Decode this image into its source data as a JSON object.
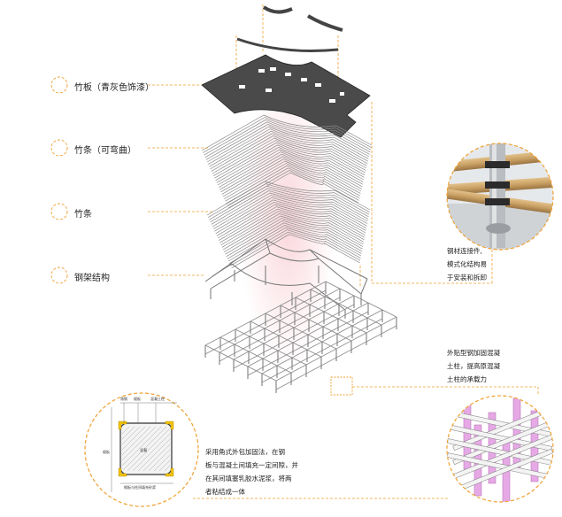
{
  "layers": [
    {
      "id": "bamboo-board",
      "label": "竹板（青灰色饰漆）"
    },
    {
      "id": "bamboo-strip-bendable",
      "label": "竹条（可弯曲）"
    },
    {
      "id": "bamboo-strip",
      "label": "竹条"
    },
    {
      "id": "steel-frame",
      "label": "钢架结构"
    }
  ],
  "notes": {
    "connector": [
      "钢材连接件,",
      "模式化结构易",
      "于安装和拆卸"
    ],
    "column": [
      "外贴型钢加固混凝",
      "土柱，提高原混凝",
      "土柱的承载力"
    ],
    "section": [
      "采用角式外包加固法，在钢",
      "板与混凝土间填充一定间隙，并",
      "在其间填塞乳胶水泥浆，将两",
      "者粘结成一体"
    ]
  },
  "section_drawing": {
    "top_labels": [
      "角钢",
      "缀板",
      "混凝土柱"
    ],
    "left_label": "缀板",
    "center_label": "混凝",
    "bottom_label": "钢板与柱间填充砂浆"
  },
  "colors": {
    "accent": "#f0a030",
    "line": "#7a7a7a",
    "board": "#4a4a4a",
    "pink_glow": "#f9d2d8",
    "column_pink": "#e6a9e6"
  }
}
